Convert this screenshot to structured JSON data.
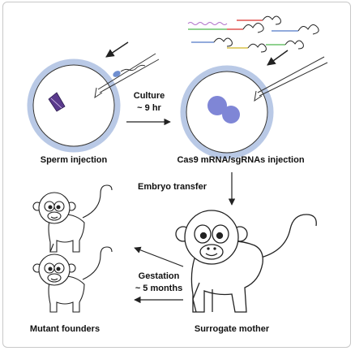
{
  "labels": {
    "sperm_injection": "Sperm injection",
    "culture_line1": "Culture",
    "culture_line2": "~ 9 hr",
    "cas9_injection": "Cas9 mRNA/sgRNAs injection",
    "embryo_transfer": "Embryo transfer",
    "gestation_line1": "Gestation",
    "gestation_line2": "~ 5 months",
    "mutant_founders": "Mutant founders",
    "surrogate_mother": "Surrogate mother"
  },
  "colors": {
    "zona_ring": "#b9c9e6",
    "cell_fill": "#7f86d6",
    "sperm_head": "#5a3a8c",
    "rna_red": "#e0524f",
    "rna_blue": "#6f8fd0",
    "rna_green": "#6cc36c",
    "rna_purple": "#b06fc9",
    "rna_yellow": "#d8c24a",
    "stroke": "#222222"
  }
}
